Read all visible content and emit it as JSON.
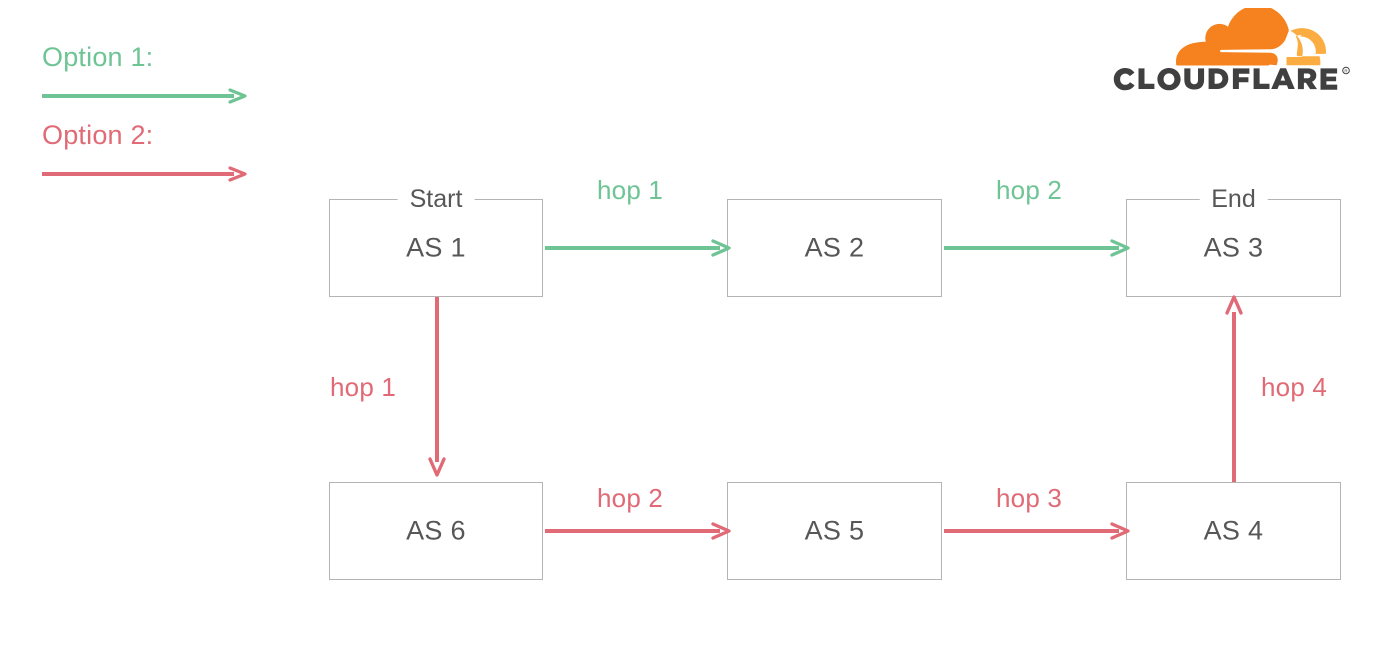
{
  "brand": {
    "name": "CLOUDFLARE",
    "trademark": "®",
    "cloud_color": "#f6821f",
    "cloud_accent_color": "#fbad41",
    "wordmark_color": "#404041",
    "logo_icon": "cloudflare-cloud-icon"
  },
  "colors": {
    "option1_green": "#6ec494",
    "option2_red": "#e06a75",
    "node_border": "#b4b4b4",
    "node_text": "#575757",
    "background": "#ffffff"
  },
  "legend": {
    "items": [
      {
        "label": "Option 1:",
        "color": "#6ec494",
        "arrow_icon": "arrow-right-icon"
      },
      {
        "label": "Option 2:",
        "color": "#e06a75",
        "arrow_icon": "arrow-right-icon"
      }
    ]
  },
  "diagram": {
    "type": "network-path-diagram",
    "nodes": [
      {
        "id": "as1",
        "label": "AS 1",
        "badge": "Start",
        "row": "top",
        "col": 1
      },
      {
        "id": "as2",
        "label": "AS 2",
        "badge": "",
        "row": "top",
        "col": 2
      },
      {
        "id": "as3",
        "label": "AS 3",
        "badge": "End",
        "row": "top",
        "col": 3
      },
      {
        "id": "as6",
        "label": "AS 6",
        "badge": "",
        "row": "bottom",
        "col": 1
      },
      {
        "id": "as5",
        "label": "AS 5",
        "badge": "",
        "row": "bottom",
        "col": 2
      },
      {
        "id": "as4",
        "label": "AS 4",
        "badge": "",
        "row": "bottom",
        "col": 3
      }
    ],
    "paths": [
      {
        "option": "Option 1:",
        "color": "#6ec494",
        "hops": [
          {
            "label": "hop 1",
            "from": "AS 1",
            "to": "AS 2",
            "direction": "right"
          },
          {
            "label": "hop 2",
            "from": "AS 2",
            "to": "AS 3",
            "direction": "right"
          }
        ]
      },
      {
        "option": "Option 2:",
        "color": "#e06a75",
        "hops": [
          {
            "label": "hop 1",
            "from": "AS 1",
            "to": "AS 6",
            "direction": "down"
          },
          {
            "label": "hop 2",
            "from": "AS 6",
            "to": "AS 5",
            "direction": "right"
          },
          {
            "label": "hop 3",
            "from": "AS 5",
            "to": "AS 4",
            "direction": "right"
          },
          {
            "label": "hop 4",
            "from": "AS 4",
            "to": "AS 3",
            "direction": "up"
          }
        ]
      }
    ]
  }
}
